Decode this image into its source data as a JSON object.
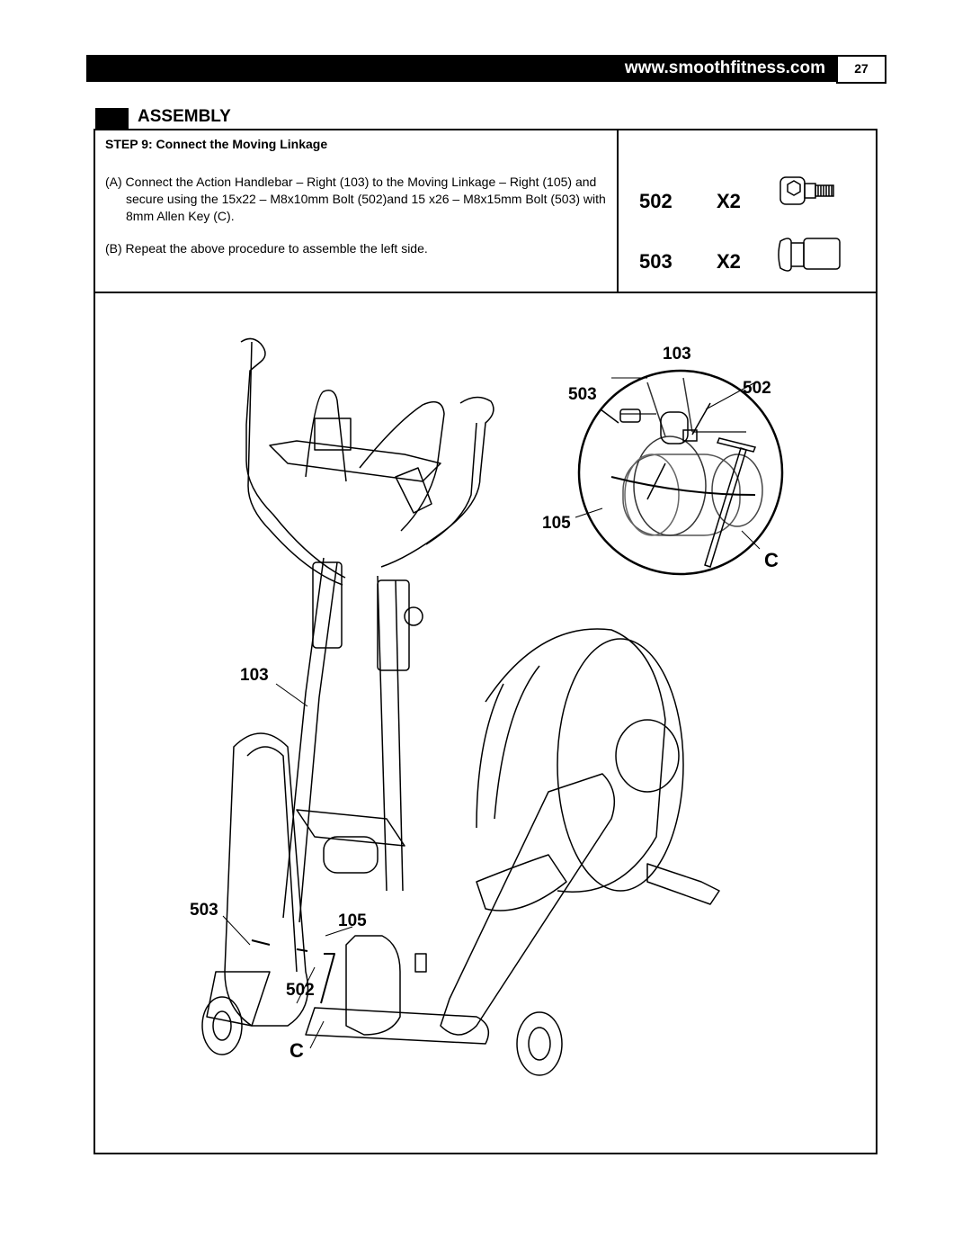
{
  "header": {
    "url": "www.smoothfitness.com",
    "page_number": "27"
  },
  "section": {
    "title": "ASSEMBLY"
  },
  "step": {
    "title": "STEP 9: Connect the Moving Linkage",
    "instruction_a": "(A) Connect the Action Handlebar – Right (103) to the Moving Linkage – Right (105) and secure using the 15x22 – M8x10mm Bolt (502)and 15 x26 – M8x15mm Bolt  (503) with 8mm Allen Key (C).",
    "instruction_b": "(B) Repeat the above procedure to assemble the left side."
  },
  "parts": [
    {
      "code": "502",
      "qty": "X2",
      "icon": "hex-socket-bolt-icon"
    },
    {
      "code": "503",
      "qty": "X2",
      "icon": "flange-bolt-icon"
    }
  ],
  "callouts": {
    "detail_103": "103",
    "detail_503": "503",
    "detail_502": "502",
    "detail_105": "105",
    "detail_c": "C",
    "main_103": "103",
    "main_503": "503",
    "main_105": "105",
    "main_502": "502",
    "main_c": "C"
  }
}
